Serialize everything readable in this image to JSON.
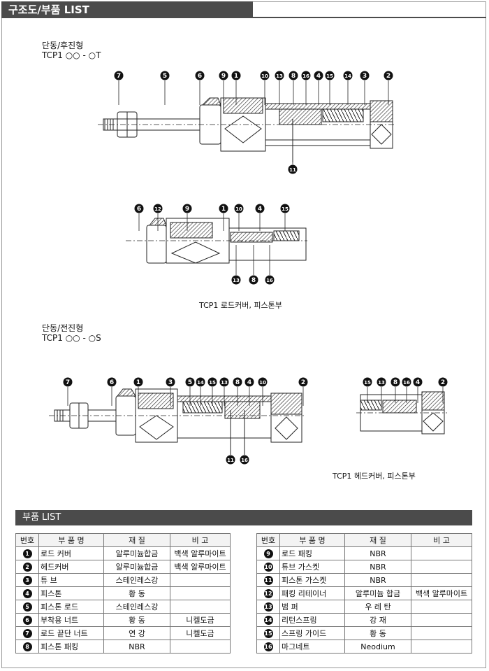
{
  "header": {
    "title": "구조도/부품 LIST"
  },
  "sections": {
    "rear": {
      "label": "단동/후진형",
      "model": "TCP1 ○○ - ○T"
    },
    "rear_detail": {
      "caption": "TCP1  로드커버, 피스톤부"
    },
    "front": {
      "label": "단동/전진형",
      "model": "TCP1 ○○ - ○S"
    },
    "front_detail": {
      "caption": "TCP1  헤드커버, 피스톤부"
    }
  },
  "callouts": {
    "diagram1_top": [
      "7",
      "5",
      "6",
      "9",
      "1",
      "10",
      "13",
      "8",
      "16",
      "4",
      "15",
      "14",
      "3",
      "2"
    ],
    "diagram1_bottom": [
      "11"
    ],
    "diagram2_top": [
      "6",
      "12",
      "9",
      "1",
      "10",
      "4",
      "15"
    ],
    "diagram2_bottom": [
      "13",
      "8",
      "16"
    ],
    "diagram3_top": [
      "7",
      "6",
      "1",
      "3",
      "5",
      "14",
      "15",
      "13",
      "8",
      "4",
      "10",
      "2"
    ],
    "diagram3_bottom": [
      "11",
      "16"
    ],
    "diagram4_top": [
      "15",
      "13",
      "8",
      "16",
      "4",
      "2"
    ]
  },
  "parts_list": {
    "title": "부품 LIST",
    "headers": [
      "번호",
      "부 품 명",
      "재    질",
      "비    고"
    ],
    "left": [
      {
        "no": "1",
        "name": "로드 커버",
        "material": "알루미늄합금",
        "note": "백색 알루마이트"
      },
      {
        "no": "2",
        "name": "헤드커버",
        "material": "알루미늄합금",
        "note": "백색 알루마이트"
      },
      {
        "no": "3",
        "name": "튜    브",
        "material": "스테인레스강",
        "note": ""
      },
      {
        "no": "4",
        "name": "피스톤",
        "material": "황    동",
        "note": ""
      },
      {
        "no": "5",
        "name": "피스톤 로드",
        "material": "스테인레스강",
        "note": ""
      },
      {
        "no": "6",
        "name": "부착용 너트",
        "material": "황    동",
        "note": "니켈도금"
      },
      {
        "no": "7",
        "name": "로드 끝단 너트",
        "material": "연    강",
        "note": "니켈도금"
      },
      {
        "no": "8",
        "name": "피스톤 패킹",
        "material": "NBR",
        "note": ""
      }
    ],
    "right": [
      {
        "no": "9",
        "name": "로드 패킹",
        "material": "NBR",
        "note": ""
      },
      {
        "no": "10",
        "name": "튜브 가스켓",
        "material": "NBR",
        "note": ""
      },
      {
        "no": "11",
        "name": "피스톤 가스켓",
        "material": "NBR",
        "note": ""
      },
      {
        "no": "12",
        "name": "패킹 리테이너",
        "material": "알루미늄 합금",
        "note": "백색 알루마이트"
      },
      {
        "no": "13",
        "name": "범    퍼",
        "material": "우 레 탄",
        "note": ""
      },
      {
        "no": "14",
        "name": "리턴스프링",
        "material": "강    재",
        "note": ""
      },
      {
        "no": "15",
        "name": "스프링 가이드",
        "material": "황    동",
        "note": ""
      },
      {
        "no": "16",
        "name": "마그네트",
        "material": "Neodium",
        "note": ""
      }
    ]
  }
}
